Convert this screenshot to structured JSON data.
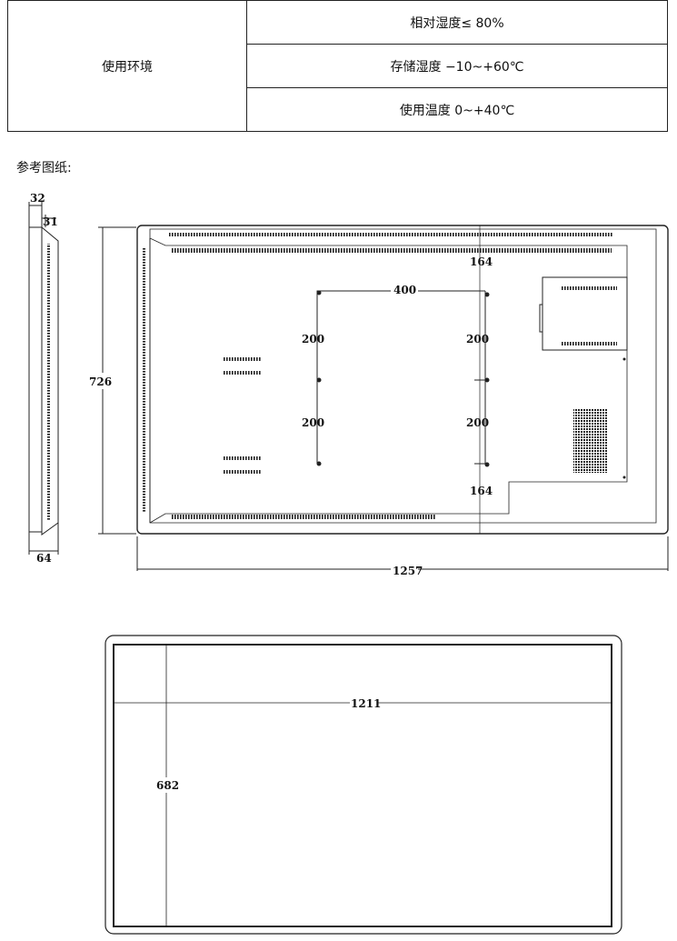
{
  "spec_table": {
    "label": "使用环境",
    "rows": [
      "相对湿度≤ 80%",
      "存储湿度  −10~+60℃",
      "使用温度 0~+40℃"
    ]
  },
  "section_title": "参考图纸:",
  "side_view": {
    "dim_top_outer": "32",
    "dim_top_inner": "31",
    "dim_bottom": "64"
  },
  "rear_view": {
    "height": "726",
    "width": "1257",
    "vesa_horizontal": "400",
    "vesa_vertical_left_top": "200",
    "vesa_vertical_left_bottom": "200",
    "vesa_vertical_right_top": "200",
    "vesa_vertical_right_bottom": "200",
    "offset_top": "164",
    "offset_bottom": "164"
  },
  "front_view": {
    "width": "1211",
    "height": "682"
  }
}
